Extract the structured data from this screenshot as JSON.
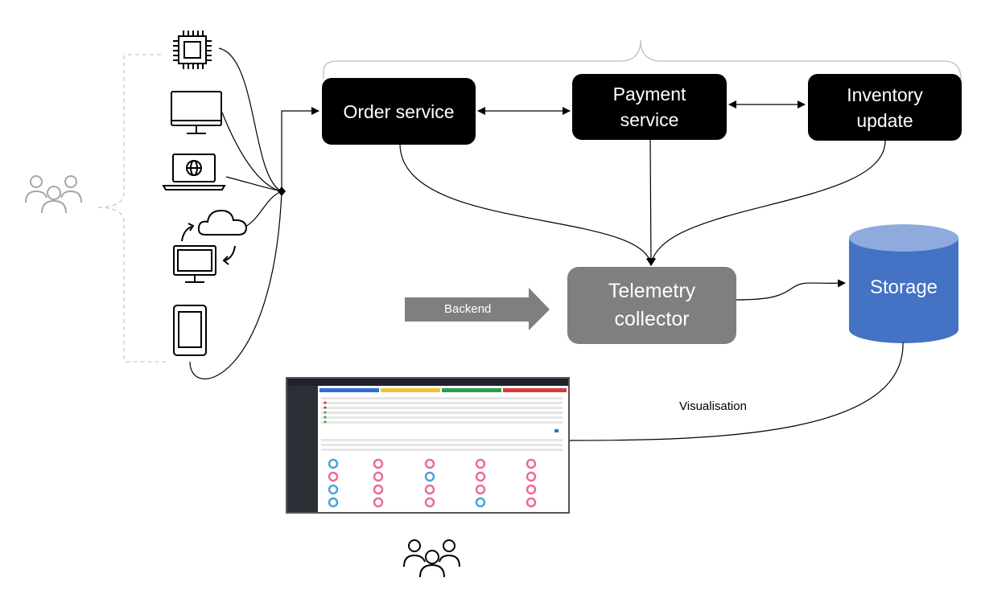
{
  "services": {
    "order": "Order service",
    "payment": "Payment\nservice",
    "inventory": "Inventory\nupdate"
  },
  "collector": "Telemetry\ncollector",
  "storage": "Storage",
  "backend_label": "Backend",
  "visualisation_label": "Visualisation",
  "icons": {
    "users": "users-icon",
    "chip": "chip-icon",
    "monitor": "monitor-icon",
    "laptop": "laptop-globe-icon",
    "cloud_sync": "cloud-sync-icon",
    "tablet": "tablet-icon",
    "dashboard": "dashboard-screenshot"
  },
  "colors": {
    "service_box": "#000000",
    "collector_box": "#7f7f7f",
    "storage_body": "#4472c4",
    "storage_top": "#8faadc",
    "backend_arrow": "#7f7f7f",
    "brace": "#bfbfbf"
  }
}
